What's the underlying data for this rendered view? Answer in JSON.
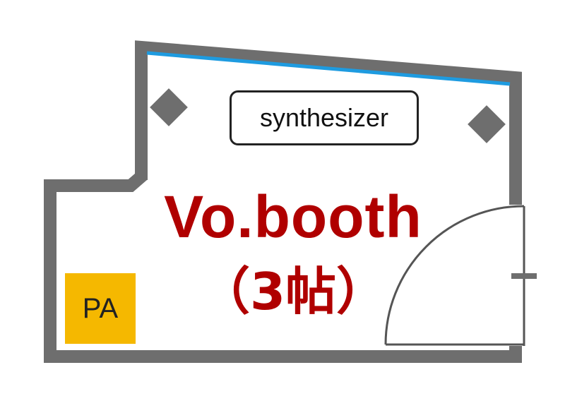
{
  "room": {
    "name": "Vo.booth",
    "size": "（3帖）"
  },
  "equipment": {
    "synth_label": "synthesizer",
    "pa_label": "PA"
  },
  "icons": {
    "speaker_left": "speaker-diamond-icon",
    "speaker_right": "speaker-diamond-icon",
    "door": "door-swing-icon"
  },
  "colors": {
    "wall": "#6e6e6e",
    "window": "#1e9be0",
    "label": "#b00000",
    "pa": "#f5b800"
  }
}
